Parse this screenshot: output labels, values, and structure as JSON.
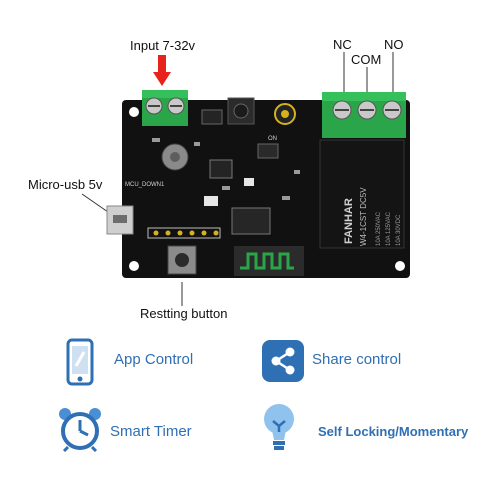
{
  "callouts": {
    "input": "Input 7-32v",
    "nc": "NC",
    "com": "COM",
    "no": "NO",
    "micro_usb": "Micro-usb 5v",
    "reset": "Restting button"
  },
  "board": {
    "relay_brand": "FANHAR",
    "relay_model": "W4-1CST DC5V",
    "relay_rating_1": "10A 250VAC",
    "relay_rating_2": "10A 125VAC",
    "relay_rating_3": "10A 30VDC",
    "pcb_text_1": "MCU_DOWN1",
    "pcb_text_2": "ON"
  },
  "features": [
    {
      "icon": "phone-icon",
      "label": "App Control"
    },
    {
      "icon": "share-icon",
      "label": "Share control"
    },
    {
      "icon": "alarm-clock-icon",
      "label": "Smart Timer"
    },
    {
      "icon": "lightbulb-icon",
      "label": "Self Locking/Momentary"
    }
  ],
  "colors": {
    "accent_blue": "#2f6fb3",
    "arrow_red": "#e8231c",
    "terminal_green": "#2aa54a",
    "pcb_black": "#111111"
  }
}
